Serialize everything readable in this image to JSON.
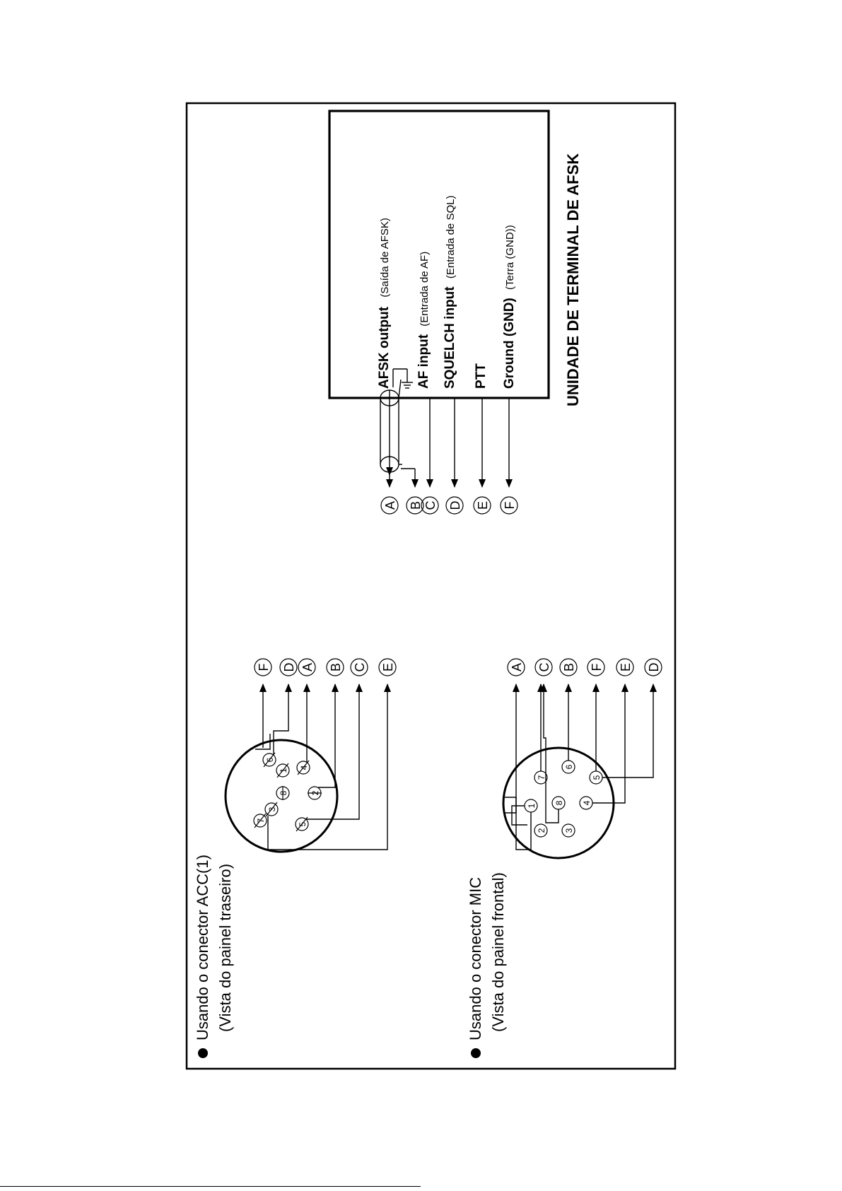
{
  "terminal": {
    "title": "UNIDADE DE TERMINAL DE AFSK",
    "signals": [
      {
        "main": "AFSK output",
        "sub": "(Saída de AFSK)"
      },
      {
        "main": "AF input",
        "sub": "(Entrada de AF)"
      },
      {
        "main": "SQUELCH input",
        "sub": "(Entrada de SQL)"
      },
      {
        "main": "PTT",
        "sub": ""
      },
      {
        "main": "Ground (GND)",
        "sub": "(Terra (GND))"
      }
    ],
    "wire_letters": [
      "A",
      "B",
      "C",
      "D",
      "E",
      "F"
    ]
  },
  "acc": {
    "title": "Usando o conector ACC(1)",
    "subtitle": "(Vista do painel traseiro)",
    "pins": [
      "6",
      "1",
      "4",
      "8",
      "2",
      "7",
      "5",
      "3"
    ],
    "letters": [
      "F",
      "D",
      "A",
      "B",
      "C",
      "E"
    ]
  },
  "mic": {
    "title": "Usando o conector MIC",
    "subtitle": "(Vista do painel frontal)",
    "pins": [
      "1",
      "7",
      "8",
      "6",
      "2",
      "3",
      "4",
      "5"
    ],
    "letters": [
      "A",
      "C",
      "B",
      "F",
      "E",
      "D"
    ]
  }
}
